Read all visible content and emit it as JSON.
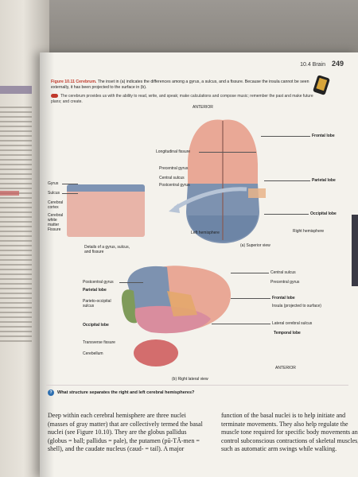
{
  "running_head": {
    "section": "10.4 Brain",
    "page_number": "249"
  },
  "figure": {
    "title": "Figure 10.11 Cerebrum.",
    "caption": "The inset in (a) indicates the differences among a gyrus, a sulcus, and a fissure. Because the insula cannot be seen externally, it has been projected to the surface in (b).",
    "note": "The cerebrum provides us with the ability to read, write, and speak; make calculations and compose music; remember the past and make future plans; and create.",
    "superior": {
      "orientation": "ANTERIOR",
      "labels": [
        "Longitudinal fissure",
        "Precentral gyrus",
        "Central sulcus",
        "Postcentral gyrus"
      ],
      "lobes": [
        "Frontal lobe",
        "Parietal lobe",
        "Occipital lobe"
      ],
      "hemispheres": [
        "Left hemisphere",
        "Right hemisphere"
      ],
      "subcaption": "(a) Superior view"
    },
    "detail": {
      "labels": [
        "Gyrus",
        "Sulcus",
        "Cerebral cortex",
        "Cerebral white matter",
        "Fissure"
      ],
      "caption": "Details of a gyrus, sulcus, and fissure"
    },
    "lateral": {
      "left_labels": [
        "Postcentral gyrus",
        "Parietal lobe",
        "Parieto-occipital sulcus",
        "Occipital lobe",
        "Transverse fissure",
        "Cerebellum"
      ],
      "right_labels": [
        "Central sulcus",
        "Precentral gyrus",
        "Frontal lobe",
        "Insula (projected to surface)",
        "Lateral cerebral sulcus",
        "Temporal lobe"
      ],
      "orientation": "ANTERIOR",
      "subcaption": "(b) Right lateral view"
    }
  },
  "question": "What structure separates the right and left cerebral hemispheres?",
  "body": {
    "left": "Deep within each cerebral hemisphere are three nuclei (masses of gray matter) that are collectively termed the basal nuclei (see Figure 10.10). They are the globus pallidus (globus = ball; pallidus = pale), the putamen (pū-TĀ-men = shell), and the caudate nucleus (caud- = tail). A major",
    "right": "function of the basal nuclei is to help initiate and terminate movements. They also help regulate the muscle tone required for specific body movements and control subconscious contractions of skeletal muscles, such as automatic arm swings while walking."
  },
  "colors": {
    "frontal": "#e9a896",
    "parietal": "#7d92b0",
    "occipital": "#7f9b5a",
    "temporal": "#d98d9e",
    "cerebellum": "#d36d6d",
    "insula": "#e4a86a",
    "accent": "#c0392b"
  }
}
